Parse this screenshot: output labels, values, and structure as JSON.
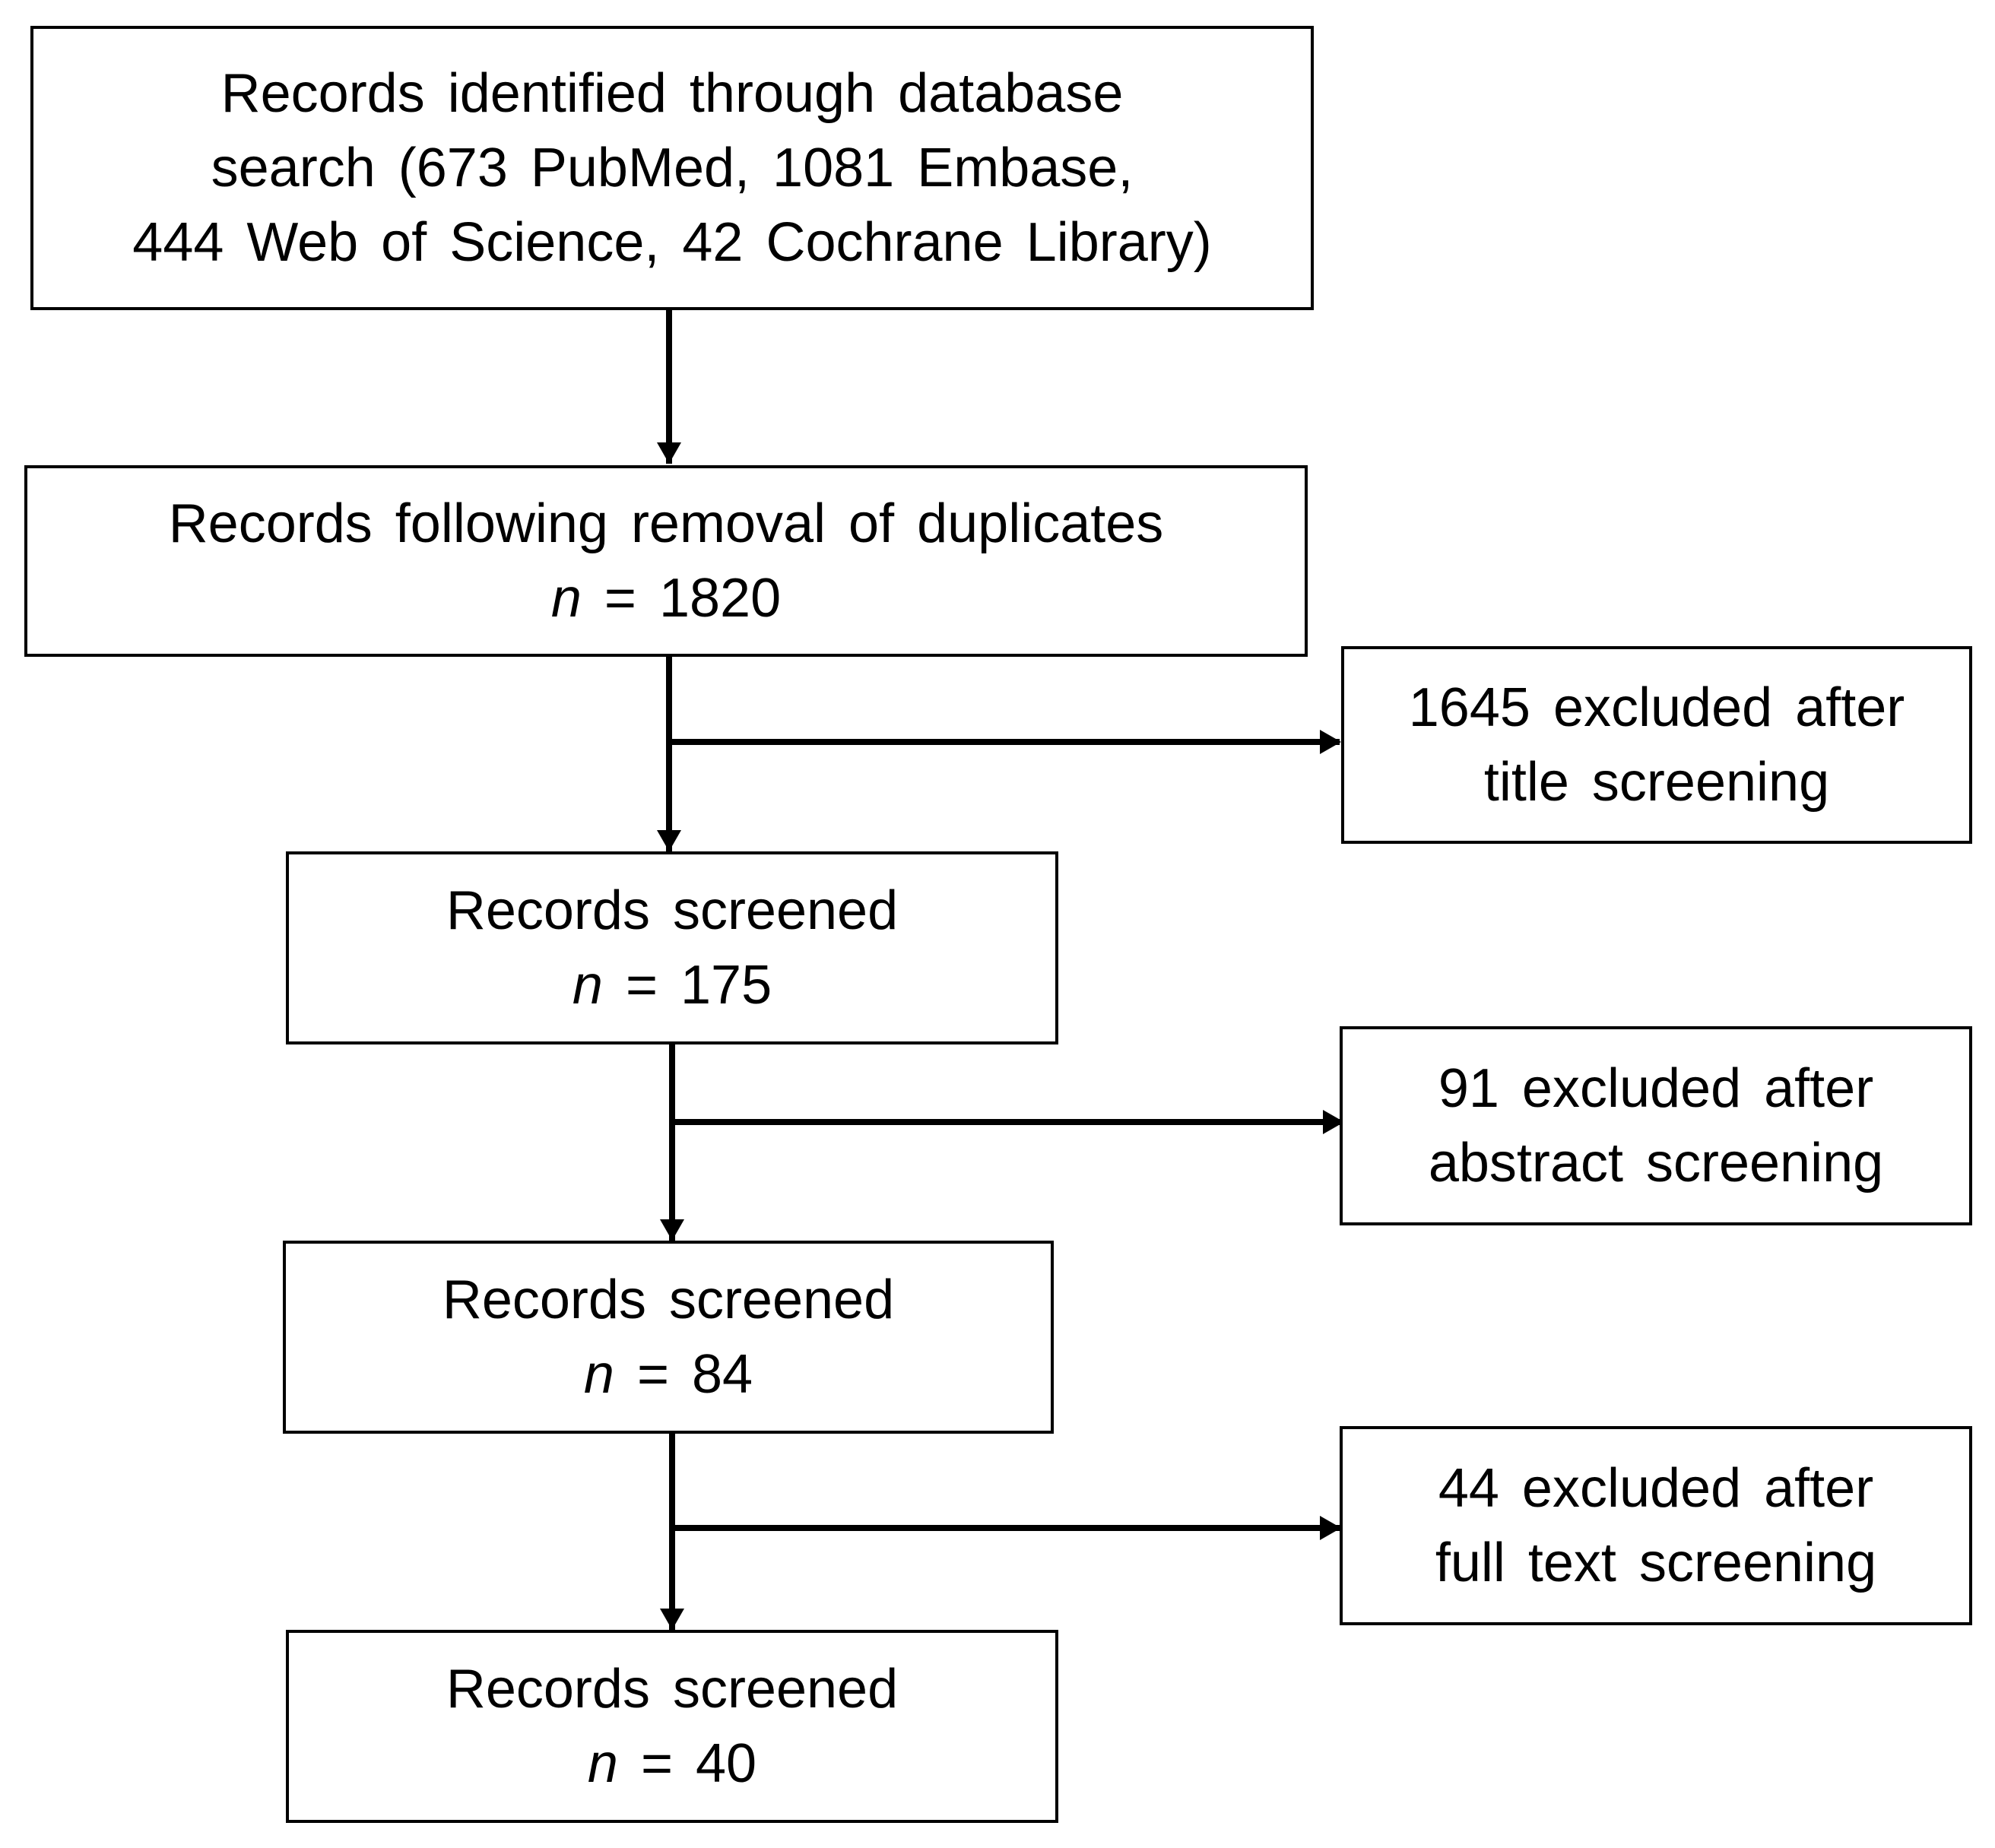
{
  "flow": {
    "identified": {
      "lines": [
        "Records identified through database",
        "search (673 PubMed, 1081 Embase,",
        "444 Web of Science, 42 Cochrane Library)"
      ]
    },
    "deduplicated": {
      "label": "Records following removal of duplicates",
      "n_var": "n",
      "n_value": "= 1820"
    },
    "screened_1": {
      "label": "Records screened",
      "n_var": "n",
      "n_value": "= 175"
    },
    "screened_2": {
      "label": "Records screened",
      "n_var": "n",
      "n_value": "= 84"
    },
    "screened_3": {
      "label": "Records screened",
      "n_var": "n",
      "n_value": "= 40"
    },
    "exclusions": [
      {
        "line1": "1645 excluded after",
        "line2": "title screening"
      },
      {
        "line1": "91 excluded after",
        "line2": "abstract screening"
      },
      {
        "line1": "44 excluded after",
        "line2": "full text screening"
      }
    ]
  },
  "style": {
    "line_color": "#000000",
    "box_border_color": "#000000",
    "background": "#ffffff"
  }
}
